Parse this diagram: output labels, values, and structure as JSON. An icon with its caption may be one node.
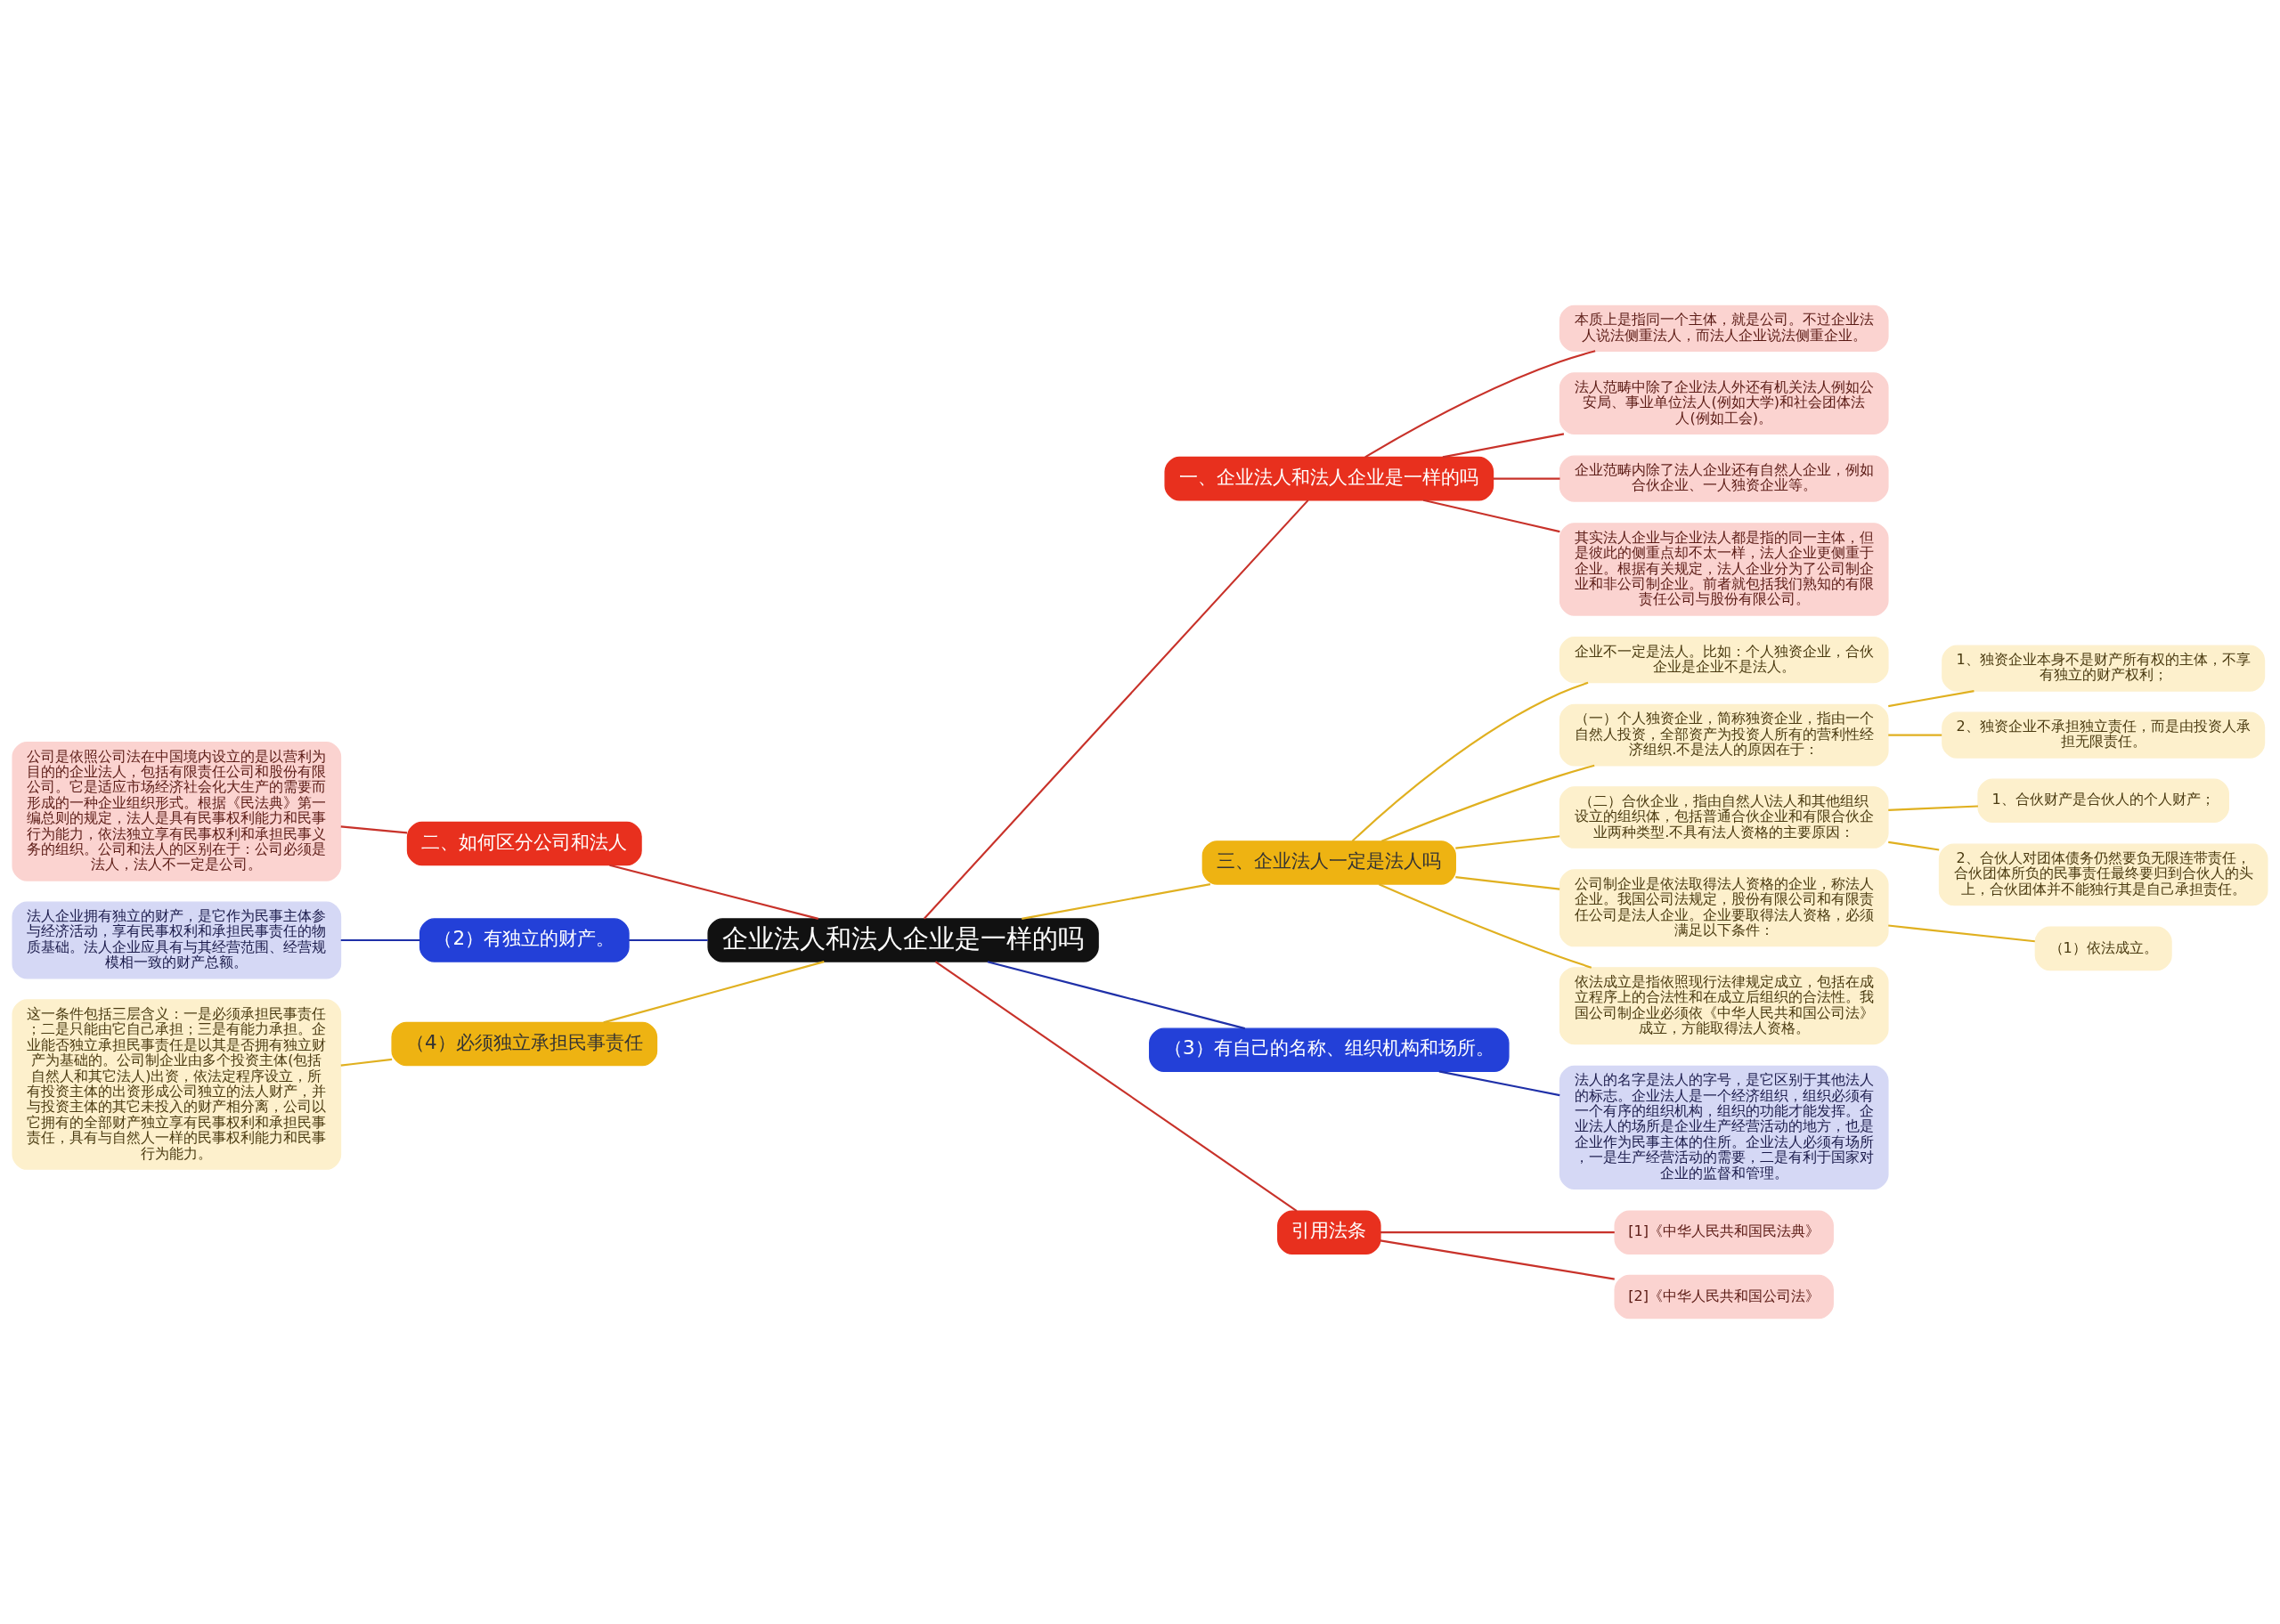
{
  "diagram": {
    "nodes": [
      {
        "text": [
          "企业法人和法人企业是一样的吗"
        ]
      },
      {
        "text": [
          "一、企业法人和法人企业是一样的吗"
        ]
      },
      {
        "text": [
          "本质上是指同一个主体，就是公司。不过企业法人说法侧重法人，而法人企业说法侧重企业。"
        ]
      },
      {
        "text": [
          "法人范畴中除了企业法人外还有机关法人例如公安局、事业单位法人(例如大学)和社会团体法人(例如工会)。"
        ]
      },
      {
        "text": [
          "企业范畴内除了法人企业还有自然人企业，例如合伙企业、一人独资企业等。"
        ]
      },
      {
        "text": [
          "其实法人企业与企业法人都是指的同一主体，但是彼此的侧重点却不太一样，法人企业更侧重于企业。根据有关规定，法人企业分为了公司制企业和非公司制企业。前者就包括我们熟知的有限责任公司与股份有限公司。"
        ]
      },
      {
        "text": [
          "二、如何区分公司和法人"
        ]
      },
      {
        "text": [
          "公司是依照公司法在中国境内设立的是以营利为目的的企业法人，包括有限责任公司和股份有限公司。它是适应市场经济社会化大生产的需要而形成的一种企业组织形式。根据《民法典》第一编总则的规定，法人是具有民事权利能力和民事行为能力，依法独立享有民事权利和承担民事义务的组织。公司和法人的区别在于：公司必须是法人，法人不一定是公司。"
        ]
      },
      {
        "text": [
          "（2）有独立的财产。"
        ]
      },
      {
        "text": [
          "法人企业拥有独立的财产，是它作为民事主体参与经济活动，享有民事权利和承担民事责任的物质基础。法人企业应具有与其经营范围、经营规模相一致的财产总额。"
        ]
      },
      {
        "text": [
          "三、企业法人一定是法人吗"
        ]
      },
      {
        "text": [
          "企业不一定是法人。比如：个人独资企业，合伙企业是企业不是法人。"
        ]
      },
      {
        "text": [
          "（一）个人独资企业，简称独资企业，指由一个自然人投资，全部资产为投资人所有的营利性经济组织.不是法人的原因在于："
        ]
      },
      {
        "text": [
          "1、独资企业本身不是财产所有权的主体，不享有独立的财产权利；"
        ]
      },
      {
        "text": [
          "2、独资企业不承担独立责任，而是由投资人承担无限责任。"
        ]
      },
      {
        "text": [
          "（二）合伙企业，指由自然人\\法人和其他组织设立的组织体，包括普通合伙企业和有限合伙企业两种类型.不具有法人资格的主要原因："
        ]
      },
      {
        "text": [
          "1、合伙财产是合伙人的个人财产；"
        ]
      },
      {
        "text": [
          "2、合伙人对团体债务仍然要负无限连带责任，合伙团体所负的民事责任最终要归到合伙人的头上，合伙团体并不能独行其是自己承担责任。"
        ]
      },
      {
        "text": [
          "公司制企业是依法取得法人资格的企业，称法人企业。我国公司法规定，股份有限公司和有限责任公司是法人企业。企业要取得法人资格，必须满足以下条件："
        ]
      },
      {
        "text": [
          "（1）依法成立。"
        ]
      },
      {
        "text": [
          "依法成立是指依照现行法律规定成立，包括在成立程序上的合法性和在成立后组织的合法性。我国公司制企业必须依《中华人民共和国公司法》成立，方能取得法人资格。"
        ]
      },
      {
        "text": [
          "（4）必须独立承担民事责任"
        ]
      },
      {
        "text": [
          "这一条件包括三层含义：一是必须承担民事责任；二是只能由它自己承担；三是有能力承担。企业能否独立承担民事责任是以其是否拥有独立财产为基础的。公司制企业由多个投资主体(包括自然人和其它法人)出资，依法定程序设立，所有投资主体的出资形成公司独立的法人财产，并与投资主体的其它未投入的财产相分离，公司以它拥有的全部财产独立享有民事权利和承担民事责任，具有与自然人一样的民事权利能力和民事行为能力。"
        ]
      },
      {
        "text": [
          "（3）有自己的名称、组织机构和场所。"
        ]
      },
      {
        "text": [
          "法人的名字是法人的字号，是它区别于其他法人的标志。企业法人是一个经济组织，组织必须有一个有序的组织机构，组织的功能才能发挥。企业法人的场所是企业生产经营活动的地方，也是企业作为民事主体的住所。企业法人必须有场所，一是生产经营活动的需要，二是有利于国家对企业的监督和管理。"
        ]
      },
      {
        "text": [
          "引用法条"
        ]
      },
      {
        "text": [
          "[1]《中华人民共和国民法典》"
        ]
      },
      {
        "text": [
          "[2]《中华人民共和国公司法》"
        ]
      }
    ],
    "edges": [
      {
        "from": 7,
        "to": 6,
        "arrow": "none",
        "color": "#c8322a"
      },
      {
        "from": 6,
        "to": 0,
        "arrow": "none",
        "color": "#c8322a"
      },
      {
        "from": 9,
        "to": 8,
        "arrow": "none",
        "color": "#1f30a8"
      },
      {
        "from": 8,
        "to": 0,
        "arrow": "none",
        "color": "#1f30a8"
      },
      {
        "from": 22,
        "to": 21,
        "arrow": "none"
      },
      {
        "from": 21,
        "to": 0,
        "arrow": "none"
      },
      {
        "from": 0,
        "to": 1,
        "arrow": "none",
        "color": "#c8322a"
      },
      {
        "from": 1,
        "to": 2,
        "arrow": "none",
        "color": "#c8322a"
      },
      {
        "from": 1,
        "to": 3,
        "arrow": "none",
        "color": "#c8322a"
      },
      {
        "from": 1,
        "to": 4,
        "arrow": "none",
        "color": "#c8322a"
      },
      {
        "from": 1,
        "to": 5,
        "arrow": "none",
        "color": "#c8322a"
      },
      {
        "from": 0,
        "to": 10,
        "arrow": "none"
      },
      {
        "from": 10,
        "to": 11,
        "arrow": "none"
      },
      {
        "from": 10,
        "to": 12,
        "arrow": "none"
      },
      {
        "from": 12,
        "to": 13,
        "arrow": "none"
      },
      {
        "from": 12,
        "to": 14,
        "arrow": "none"
      },
      {
        "from": 10,
        "to": 15,
        "arrow": "none"
      },
      {
        "from": 15,
        "to": 16,
        "arrow": "none"
      },
      {
        "from": 15,
        "to": 17,
        "arrow": "none"
      },
      {
        "from": 10,
        "to": 18,
        "arrow": "none"
      },
      {
        "from": 18,
        "to": 19,
        "arrow": "none"
      },
      {
        "from": 10,
        "to": 20,
        "arrow": "none"
      },
      {
        "from": 0,
        "to": 23,
        "arrow": "none",
        "color": "#1f30a8"
      },
      {
        "from": 23,
        "to": 24,
        "arrow": "none",
        "color": "#1f30a8"
      },
      {
        "from": 0,
        "to": 25,
        "arrow": "none",
        "color": "#c8322a"
      },
      {
        "from": 25,
        "to": 26,
        "arrow": "none",
        "color": "#c8322a"
      },
      {
        "from": 25,
        "to": 27,
        "arrow": "none",
        "color": "#c8322a"
      }
    ]
  }
}
